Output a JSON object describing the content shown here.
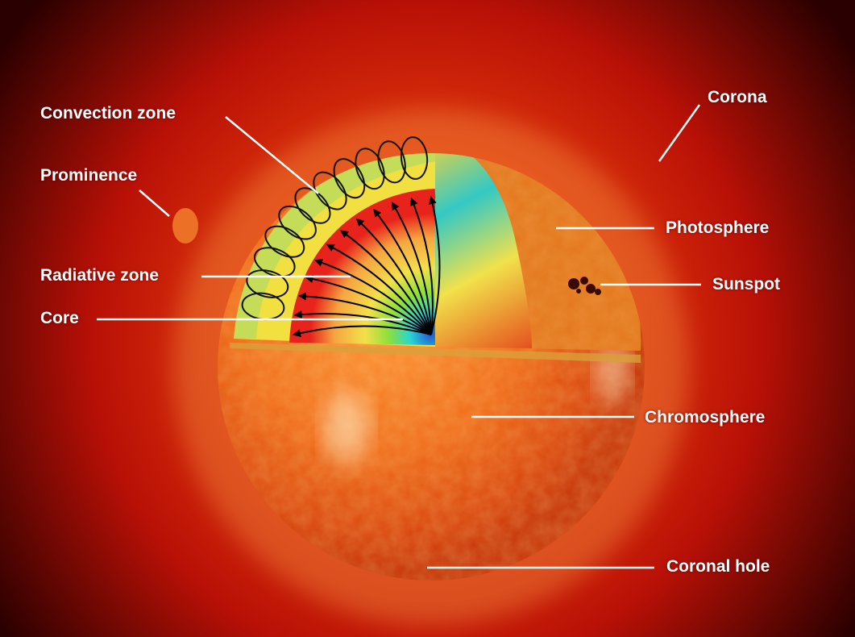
{
  "labels": {
    "convection_zone": "Convection zone",
    "prominence": "Prominence",
    "radiative_zone": "Radiative zone",
    "core": "Core",
    "corona": "Corona",
    "photosphere": "Photosphere",
    "sunspot": "Sunspot",
    "chromosphere": "Chromosphere",
    "coronal_hole": "Coronal hole"
  },
  "colors": {
    "background_dark": "#1a0000",
    "corona_red": "#c81405",
    "sun_orange": "#e5570f",
    "convection_yellow": "#f2e040",
    "radiative_red": "#e8231b",
    "core_cyan": "#2bd6d0",
    "core_blue": "#1f5ad8",
    "label_white": "#ffffff"
  }
}
